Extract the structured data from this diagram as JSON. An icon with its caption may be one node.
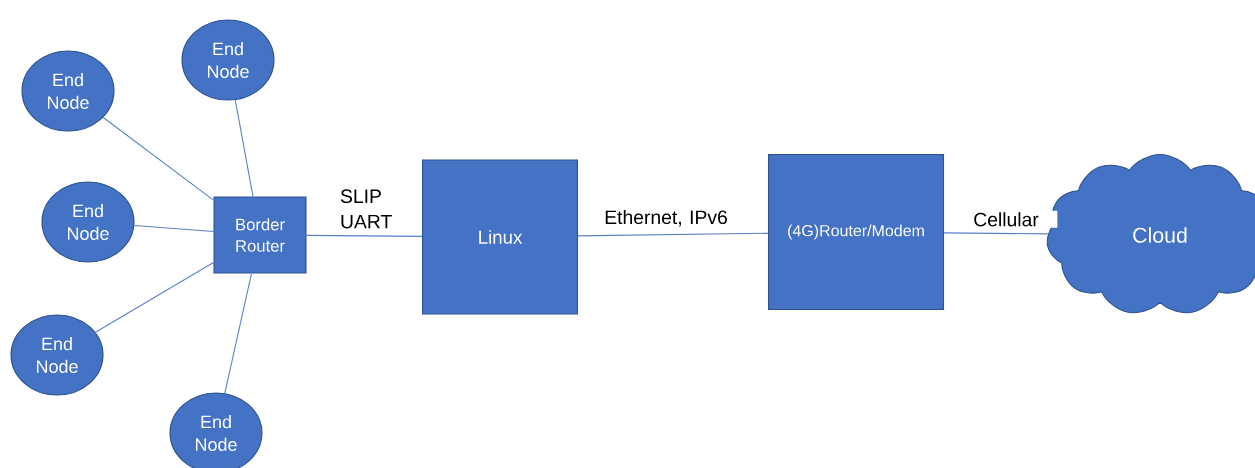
{
  "diagram": {
    "nodes": [
      {
        "text": [
          "End Node"
        ]
      },
      {
        "text": [
          "End Node"
        ]
      },
      {
        "text": [
          "End Node"
        ]
      },
      {
        "text": [
          "End Node"
        ]
      },
      {
        "text": [
          "End Node"
        ]
      },
      {
        "text": [
          "Border Router"
        ]
      },
      {
        "text": [
          "Linux"
        ]
      },
      {
        "text": [
          "(4G)Router/Modem"
        ]
      },
      {
        "text": [
          "Cloud"
        ]
      }
    ],
    "edges": [
      {
        "from": 0,
        "to": 5,
        "arrow": "none"
      },
      {
        "from": 1,
        "to": 5,
        "arrow": "none"
      },
      {
        "from": 2,
        "to": 5,
        "arrow": "none"
      },
      {
        "from": 3,
        "to": 5,
        "arrow": "none"
      },
      {
        "from": 4,
        "to": 5,
        "arrow": "none"
      },
      {
        "from": 5,
        "to": 6,
        "label": "SLIP UART",
        "arrow": "none"
      },
      {
        "from": 6,
        "to": 7,
        "label": "Ethernet, IPv6",
        "arrow": "none"
      },
      {
        "from": 7,
        "to": 8,
        "label": "Cellular",
        "arrow": "none"
      }
    ]
  }
}
